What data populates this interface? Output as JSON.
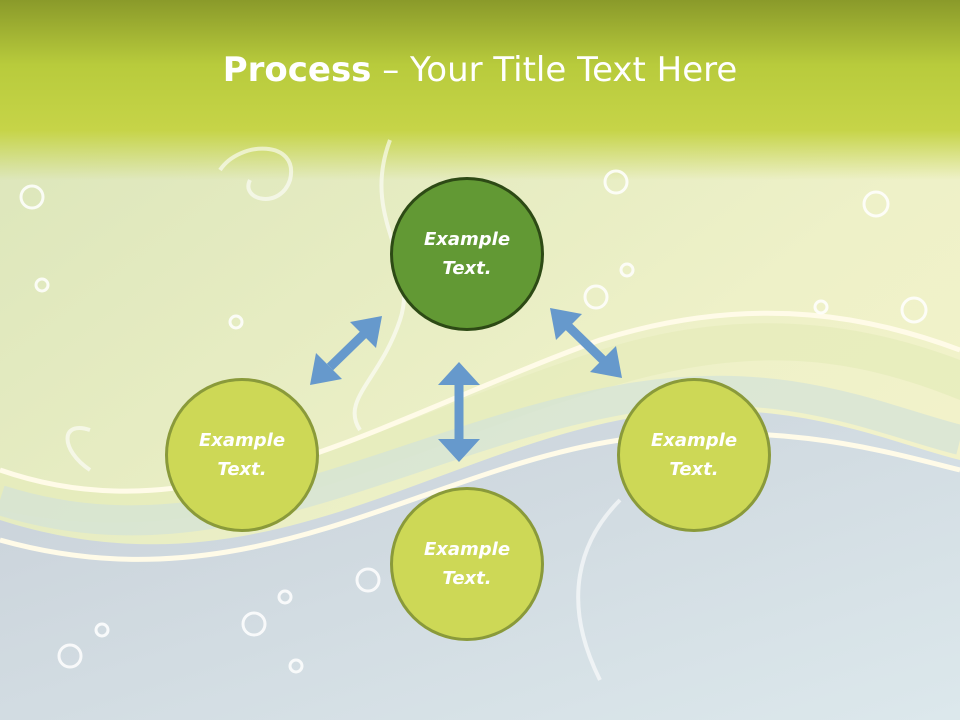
{
  "title": {
    "bold": "Process",
    "rest": " – Your Title Text Here"
  },
  "nodes": [
    {
      "id": "top",
      "line1": "Example",
      "line2": "Text."
    },
    {
      "id": "left",
      "line1": "Example",
      "line2": "Text."
    },
    {
      "id": "right",
      "line1": "Example",
      "line2": "Text."
    },
    {
      "id": "bottom",
      "line1": "Example",
      "line2": "Text."
    }
  ],
  "colors": {
    "header": "#b9cc3c",
    "node_light": "#cdd856",
    "node_dark": "#629934",
    "arrow": "#6699cc"
  }
}
